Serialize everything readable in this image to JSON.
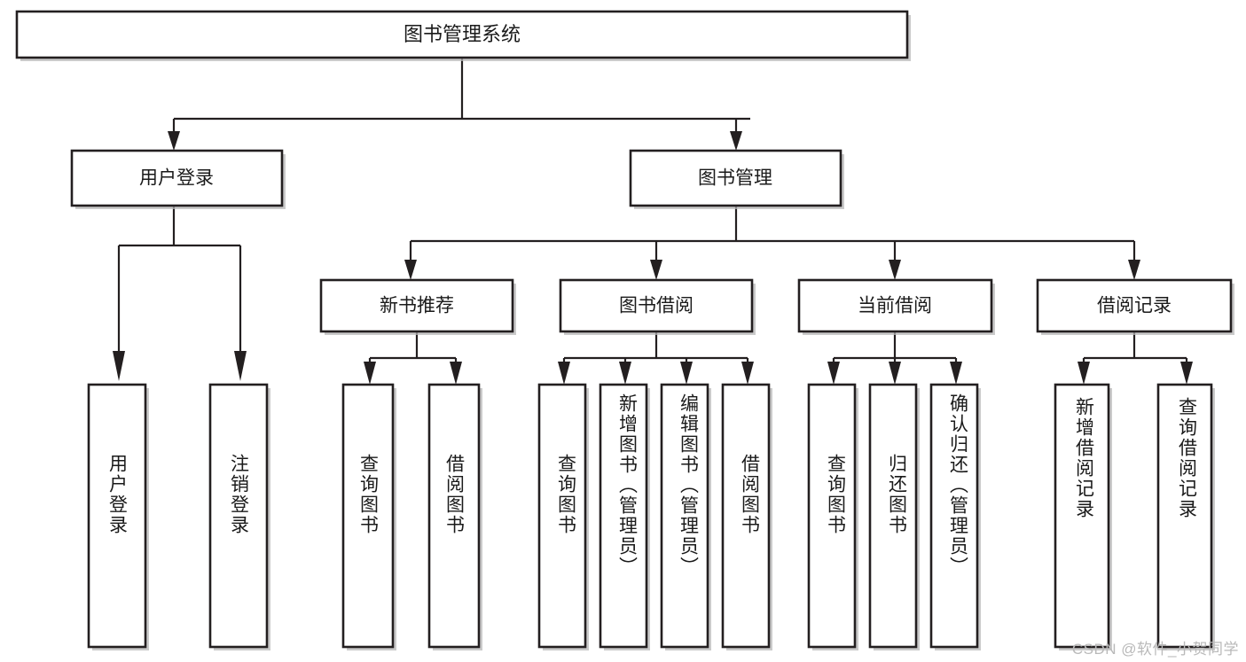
{
  "diagram": {
    "type": "tree",
    "title": "图书管理系统",
    "colors": {
      "box_fill": "#ffffff",
      "box_stroke": "#231f20",
      "edge": "#231f20",
      "text": "#1a1a1a",
      "watermark": "#b9b9b9"
    },
    "levels": {
      "root": {
        "label": "图书管理系统"
      },
      "level2": [
        {
          "id": "user-login",
          "label": "用户登录"
        },
        {
          "id": "book-management",
          "label": "图书管理"
        }
      ],
      "level3": [
        {
          "id": "new-book-recommend",
          "label": "新书推荐",
          "parent": "book-management"
        },
        {
          "id": "book-borrow",
          "label": "图书借阅",
          "parent": "book-management"
        },
        {
          "id": "current-borrow",
          "label": "当前借阅",
          "parent": "book-management"
        },
        {
          "id": "borrow-record",
          "label": "借阅记录",
          "parent": "book-management"
        }
      ],
      "leaves": {
        "user-login": [
          {
            "id": "leaf-user-login",
            "label": "用户登录"
          },
          {
            "id": "leaf-logout",
            "label": "注销登录"
          }
        ],
        "new-book-recommend": [
          {
            "id": "leaf-query-book-1",
            "label": "查询图书"
          },
          {
            "id": "leaf-borrow-book-1",
            "label": "借阅图书"
          }
        ],
        "book-borrow": [
          {
            "id": "leaf-query-book-2",
            "label": "查询图书"
          },
          {
            "id": "leaf-add-book",
            "label": "新增图书（管理员）"
          },
          {
            "id": "leaf-edit-book",
            "label": "编辑图书（管理员）"
          },
          {
            "id": "leaf-borrow-book-2",
            "label": "借阅图书"
          }
        ],
        "current-borrow": [
          {
            "id": "leaf-query-book-3",
            "label": "查询图书"
          },
          {
            "id": "leaf-return-book",
            "label": "归还图书"
          },
          {
            "id": "leaf-confirm-return",
            "label": "确认归还（管理员）"
          }
        ],
        "borrow-record": [
          {
            "id": "leaf-add-record",
            "label": "新增借阅记录"
          },
          {
            "id": "leaf-query-record",
            "label": "查询借阅记录"
          }
        ]
      }
    }
  },
  "watermark": {
    "text": "CSDN @软件_小贺同学"
  }
}
